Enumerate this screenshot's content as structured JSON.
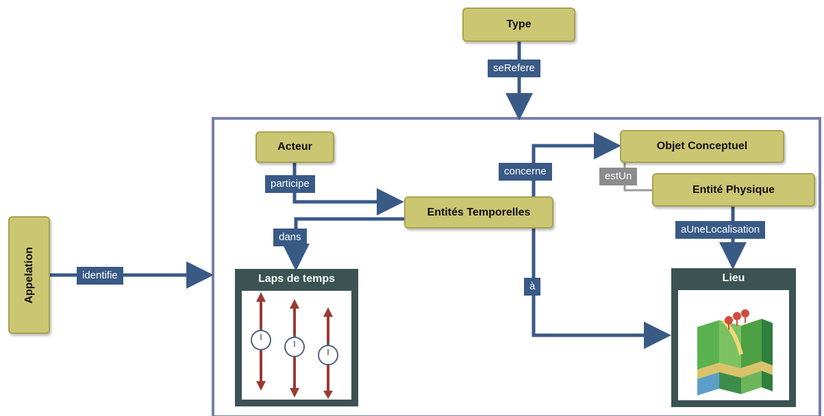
{
  "nodes": {
    "type": "Type",
    "acteur": "Acteur",
    "objet_conceptuel": "Objet Conceptuel",
    "entite_physique": "Entité Physique",
    "entites_temporelles": "Entités Temporelles",
    "appelation": "Appelation"
  },
  "panels": {
    "laps_de_temps": "Laps de temps",
    "lieu": "Lieu"
  },
  "relations": {
    "se_refere": "seRefere",
    "participe": "participe",
    "concerne": "concerne",
    "est_un": "estUn",
    "dans": "dans",
    "identifie": "identifie",
    "a_une_localisation": "aUneLocalisation",
    "a": "à"
  },
  "icons": {
    "time_interval": "stopwatch-with-up-down-arrows-icon",
    "location": "map-with-pins-icon"
  },
  "colors": {
    "node_fill": "#cbc672",
    "relation_fill": "#3a5a86",
    "gray_relation": "#8c8c8c",
    "panel_fill": "#3b5352",
    "arrow_red": "#9a3a33"
  }
}
